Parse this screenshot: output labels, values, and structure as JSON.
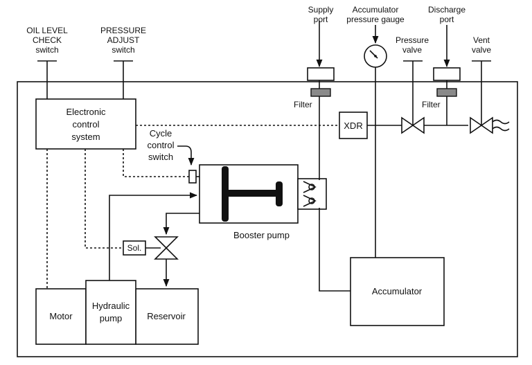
{
  "labels": {
    "oil_level_1": "OIL LEVEL",
    "oil_level_2": "CHECK",
    "oil_level_3": "switch",
    "pressure_adjust_1": "PRESSURE",
    "pressure_adjust_2": "ADJUST",
    "pressure_adjust_3": "switch",
    "supply_port_1": "Supply",
    "supply_port_2": "port",
    "accum_gauge_1": "Accumulator",
    "accum_gauge_2": "pressure gauge",
    "discharge_port_1": "Discharge",
    "discharge_port_2": "port",
    "pressure_valve_1": "Pressure",
    "pressure_valve_2": "valve",
    "vent_valve_1": "Vent",
    "vent_valve_2": "valve",
    "filter_left": "Filter",
    "filter_right": "Filter",
    "ecs_1": "Electronic",
    "ecs_2": "control",
    "ecs_3": "system",
    "xdr": "XDR",
    "cycle_1": "Cycle",
    "cycle_2": "control",
    "cycle_3": "switch",
    "booster_pump": "Booster pump",
    "sol": "Sol.",
    "motor": "Motor",
    "hydraulic_1": "Hydraulic",
    "hydraulic_2": "pump",
    "reservoir": "Reservoir",
    "accumulator": "Accumulator"
  }
}
